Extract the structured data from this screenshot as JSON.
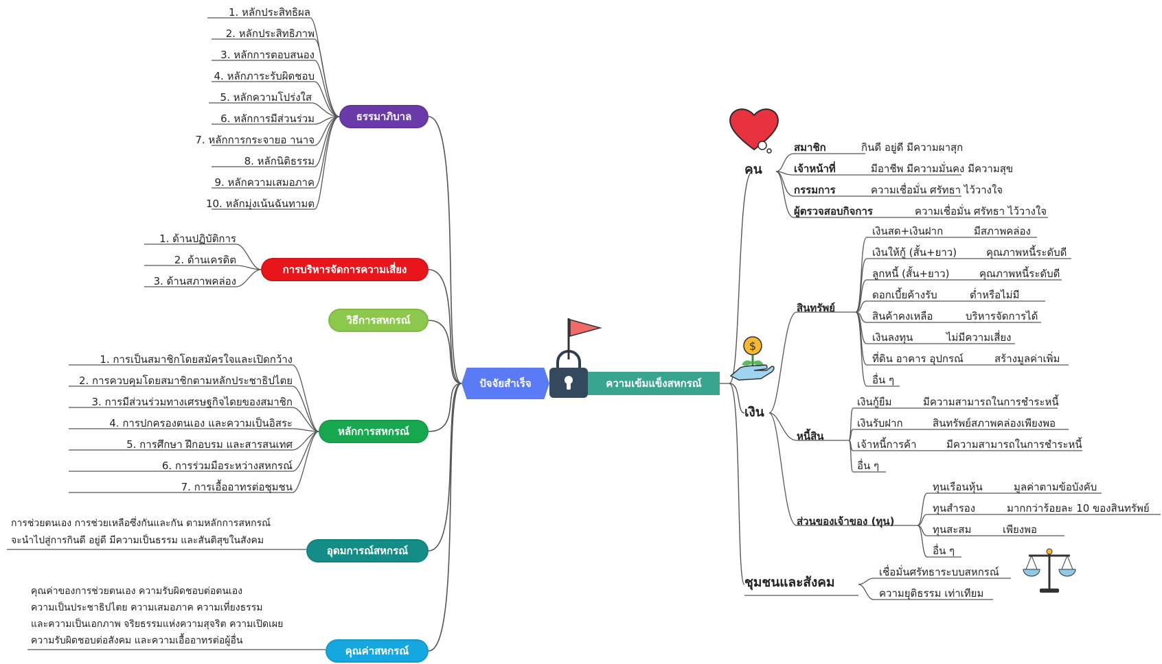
{
  "center": {
    "left_label": "ปัจจัยสำเร็จ",
    "right_label": "ความเข้มแข็งสหกรณ์"
  },
  "colors": {
    "governance": "#6a3aa8",
    "risk": "#e8151b",
    "method": "#8cc84b",
    "principles": "#17a84f",
    "ideology": "#148c88",
    "values": "#15a7e0",
    "center_left": "#5b7bf6",
    "center_right": "#3aa58f"
  },
  "left": {
    "governance": {
      "label": "ธรรมาภิบาล",
      "items": [
        "1. หลักประสิทธิผล",
        "2. หลักประสิทธิภาพ",
        "3. หลักการตอบสนอง",
        "4. หลักภาระรับผิดชอบ",
        "5. หลักความโปร่งใส",
        "6. หลักการมีส่วนร่วม",
        "7. หลักการกระจายอ านาจ",
        "8. หลักนิติธรรม",
        "9. หลักความเสมอภาค",
        "10. หลักมุ่งเน้นฉันทามต"
      ]
    },
    "risk": {
      "label": "การบริหารจัดการความเสี่ยง",
      "items": [
        "1. ด้านปฏิบัติการ",
        "2. ด้านเครดิต",
        "3. ด้านสภาพคล่อง"
      ]
    },
    "method": {
      "label": "วิธีการสหกรณ์"
    },
    "principles": {
      "label": "หลักการสหกรณ์",
      "items": [
        "1. การเป็นสมาชิกโดยสมัครใจและเปิดกว้าง",
        "2. การควบคุมโดยสมาชิกตามหลักประชาธิปไตย",
        "3. การมีส่วนร่วมทางเศรษฐกิจไดยของสมาชิก",
        "4. การปกครองตนเอง และความเป็นอิสระ",
        "5. การศึกษา ฝึกอบรม และสารสนเทศ",
        "6. การร่วมมือระหว่างสหกรณ์",
        "7. การเอื้ออาทรต่อชุมชน"
      ]
    },
    "ideology": {
      "label": "อุดมการณ์สหกรณ์",
      "text": [
        "การช่วยตนเอง การช่วยเหลือซึ่งกันและกัน ตามหลักการสหกรณ์",
        "จะนำไปสู่การกินดี อยู่ดี มีความเป็นธรรม และสันติสุขในสังคม"
      ]
    },
    "values": {
      "label": "คุณค่าสหกรณ์",
      "text": [
        "คุณค่าของการช่วยตนเอง ความรับผิดชอบต่อตนเอง",
        "ความเป็นประชาธิปไตย ความเสมอภาค ความเที่ยงธรรม",
        "และความเป็นเอกภาพ จริยธรรมแห่งความสุจริต ความเปิดเผย",
        "ความรับผิดชอบต่อสังคม และความเอื้ออาทรต่อผู้อื่น"
      ]
    }
  },
  "right": {
    "people": {
      "label": "คน",
      "rows": [
        {
          "k": "สมาชิก",
          "v": "กินดี อยู่ดี มีความผาสุก"
        },
        {
          "k": "เจ้าหน้าที่",
          "v": "มีอาชีพ มีความมั่นคง มีความสุข"
        },
        {
          "k": "กรรมการ",
          "v": "ความเชื่อมั่น ศรัทธา ไว้วางใจ"
        },
        {
          "k": "ผู้ตรวจสอบกิจการ",
          "v": "ความเชื่อมั่น ศรัทธา ไว้วางใจ"
        }
      ]
    },
    "money": {
      "label": "เงิน",
      "assets": {
        "label": "สินทรัพย์",
        "rows": [
          {
            "k": "เงินสด+เงินฝาก",
            "v": "มีสภาพคล่อง"
          },
          {
            "k": "เงินให้กู้ (สั้น+ยาว)",
            "v": "คุณภาพหนี้ระดับดี"
          },
          {
            "k": "ลูกหนี้ (สั้น+ยาว)",
            "v": "คุณภาพหนี้ระดับดี"
          },
          {
            "k": "ดอกเบี้ยค้างรับ",
            "v": "ต่ำหรือไม่มี"
          },
          {
            "k": "สินค้าคงเหลือ",
            "v": "บริหารจัดการได้"
          },
          {
            "k": "เงินลงทุน",
            "v": "ไม่มีความเสี่ยง"
          },
          {
            "k": "ที่ดิน อาคาร อุปกรณ์",
            "v": "สร้างมูลค่าเพิ่ม"
          },
          {
            "k": "อื่น ๆ",
            "v": ""
          }
        ]
      },
      "liabilities": {
        "label": "หนี้สิน",
        "rows": [
          {
            "k": "เงินกู้ยืม",
            "v": "มีความสามารถในการชำระหนี้"
          },
          {
            "k": "เงินรับฝาก",
            "v": "สินทรัพย์สภาพคล่องเพียงพอ"
          },
          {
            "k": "เจ้าหนี้การค้า",
            "v": "มีความสามารถในการชำระหนี้"
          },
          {
            "k": "อื่น ๆ",
            "v": ""
          }
        ]
      },
      "equity": {
        "label": "ส่วนของเจ้าของ (ทุน)",
        "rows": [
          {
            "k": "ทุนเรือนหุ้น",
            "v": "มูลค่าตามข้อบังคับ"
          },
          {
            "k": "ทุนสำรอง",
            "v": "มากกว่าร้อยละ 10 ของสินทรัพย์"
          },
          {
            "k": "ทุนสะสม",
            "v": "เพียงพอ"
          },
          {
            "k": "อื่น ๆ",
            "v": ""
          }
        ]
      }
    },
    "community": {
      "label": "ชุมชนและสังคม",
      "items": [
        "เชื่อมั่นศรัทธาระบบสหกรณ์",
        "ความยุติธรรม เท่าเทียม"
      ]
    }
  },
  "icons": [
    "heart-icon",
    "money-plant-hand-icon",
    "scales-icon",
    "padlock-icon",
    "flag-icon"
  ]
}
